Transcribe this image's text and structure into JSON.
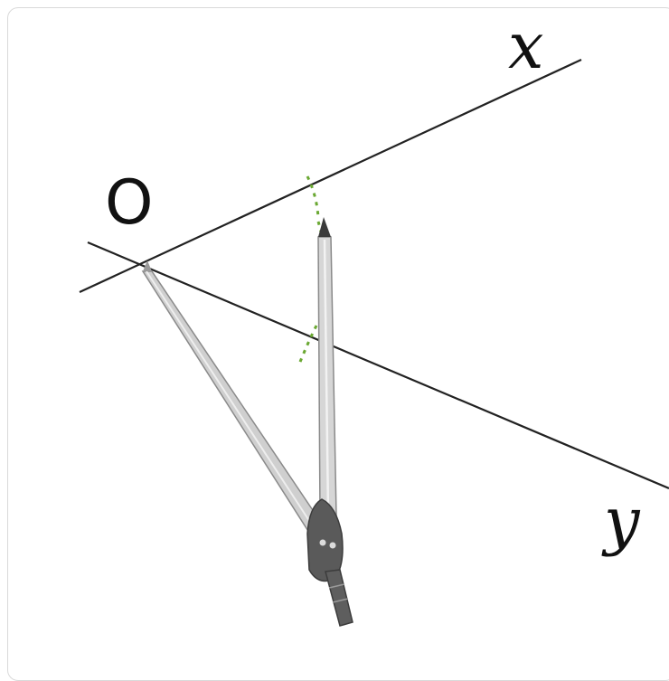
{
  "labels": {
    "origin": "O",
    "ray_x": "x",
    "ray_y": "y"
  },
  "colors": {
    "ray_line": "#222222",
    "arc_mark": "#6aa832",
    "compass_leg": "#c9c9c9",
    "compass_leg_edge": "#8a8a8a",
    "compass_hinge": "#5a5a5a",
    "card_border": "#d9d9d9"
  }
}
